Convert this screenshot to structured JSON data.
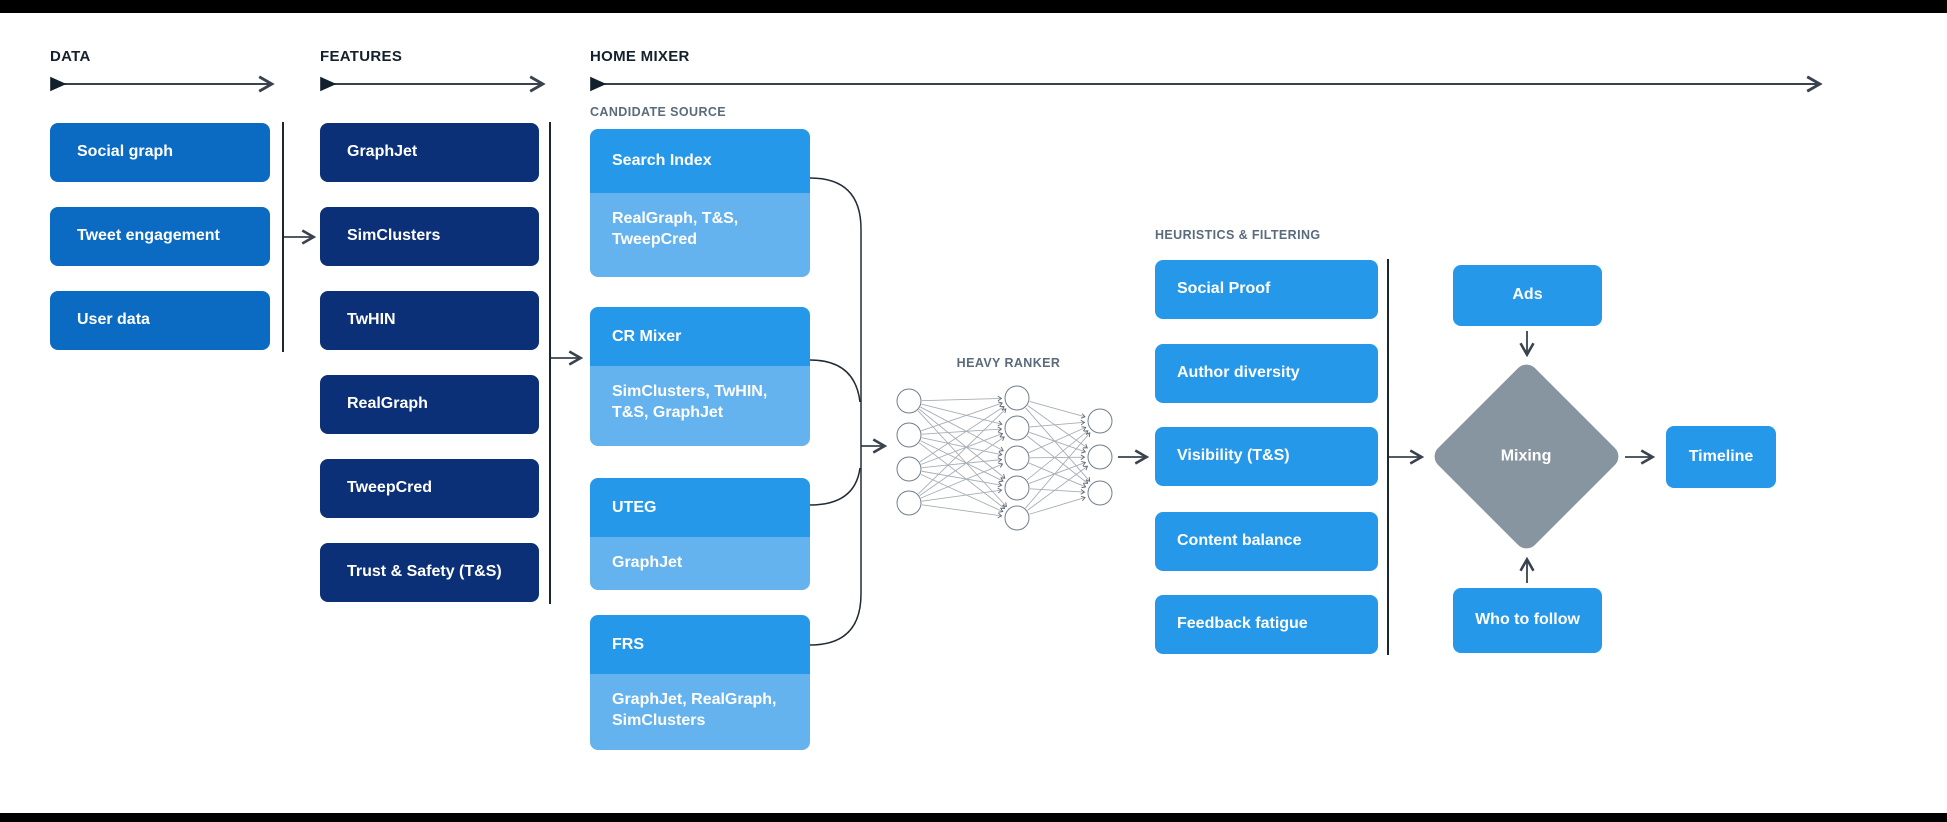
{
  "headers": {
    "data": "DATA",
    "features": "FEATURES",
    "home_mixer": "HOME MIXER"
  },
  "section_labels": {
    "candidate_source": "CANDIDATE SOURCE",
    "heavy_ranker": "HEAVY RANKER",
    "heuristics": "HEURISTICS & FILTERING"
  },
  "data_column": {
    "items": [
      "Social graph",
      "Tweet engagement",
      "User data"
    ]
  },
  "features_column": {
    "items": [
      "GraphJet",
      "SimClusters",
      "TwHIN",
      "RealGraph",
      "TweepCred",
      "Trust & Safety (T&S)"
    ]
  },
  "candidate_source": {
    "groups": [
      {
        "name": "Search Index",
        "sub": "RealGraph, T&S,\nTweepCred"
      },
      {
        "name": "CR Mixer",
        "sub": "SimClusters, TwHIN,\nT&S, GraphJet"
      },
      {
        "name": "UTEG",
        "sub": "GraphJet"
      },
      {
        "name": "FRS",
        "sub": "GraphJet, RealGraph,\nSimClusters"
      }
    ]
  },
  "heavy_ranker": {
    "layers": [
      4,
      5,
      3
    ]
  },
  "heuristics_column": {
    "items": [
      "Social Proof",
      "Author diversity",
      "Visibility (T&S)",
      "Content balance",
      "Feedback fatigue"
    ]
  },
  "mixing_section": {
    "ads": "Ads",
    "mixing": "Mixing",
    "who_to_follow": "Who to follow",
    "timeline": "Timeline"
  },
  "colors": {
    "medium_blue": "#0b6bc3",
    "navy": "#0c3077",
    "bright_blue": "#2698ea",
    "light_blue": "#64b2ee",
    "diamond_gray": "#8795a1",
    "bar_black": "#000000",
    "header_text": "#14202c",
    "section_label_text": "#5a6b7c"
  }
}
